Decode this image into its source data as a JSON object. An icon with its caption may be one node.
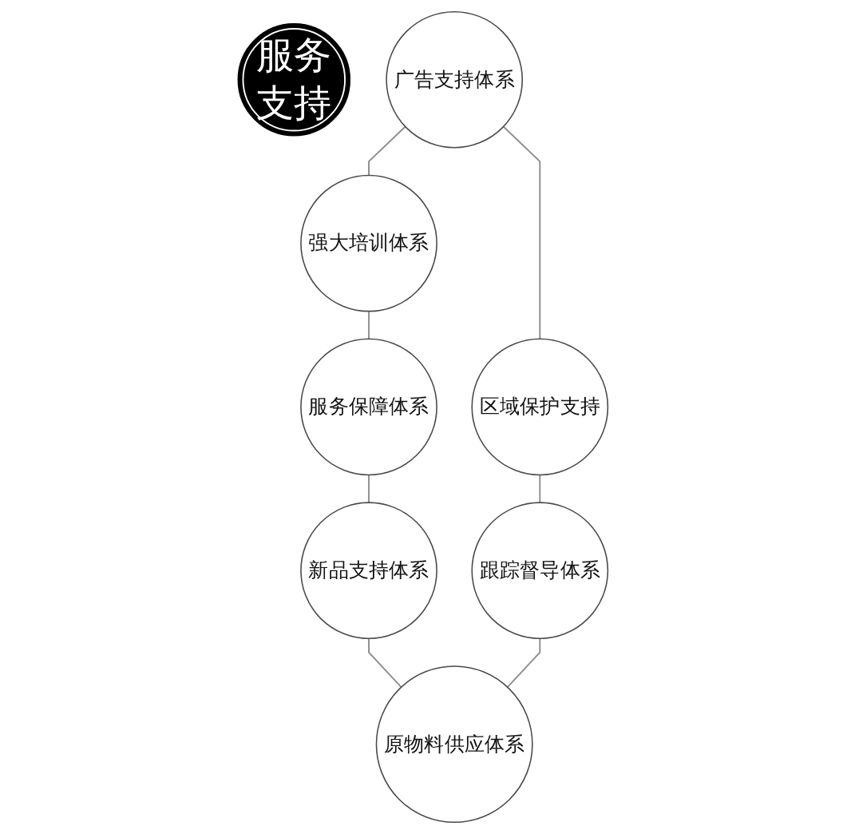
{
  "diagram": {
    "nodes": [
      {
        "text": [
          "服务支持"
        ]
      },
      {
        "text": [
          "广告支持体系"
        ]
      },
      {
        "text": [
          "强大培训体系"
        ]
      },
      {
        "text": [
          "服务保障体系"
        ]
      },
      {
        "text": [
          "新品支持体系"
        ]
      },
      {
        "text": [
          "原物料供应体系"
        ]
      },
      {
        "text": [
          "跟踪督导体系"
        ]
      },
      {
        "text": [
          "区域保护支持"
        ]
      }
    ],
    "edges": [
      {
        "from": 1,
        "to": 2,
        "arrow": "none"
      },
      {
        "from": 2,
        "to": 3,
        "arrow": "none"
      },
      {
        "from": 3,
        "to": 4,
        "arrow": "none"
      },
      {
        "from": 4,
        "to": 5,
        "arrow": "none"
      },
      {
        "from": 6,
        "to": 5,
        "arrow": "none"
      },
      {
        "from": 7,
        "to": 6,
        "arrow": "none"
      },
      {
        "from": 1,
        "to": 7,
        "arrow": "none"
      }
    ]
  }
}
